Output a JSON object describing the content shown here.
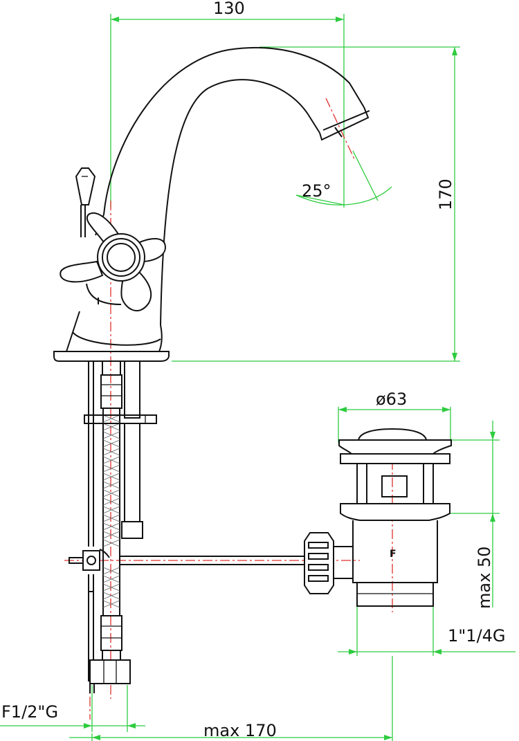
{
  "dimensions": {
    "spout_width": "130",
    "spout_height": "170",
    "spout_angle": "25°",
    "waste_diameter": "ø63",
    "waste_max_height": "max 50",
    "waste_thread": "1\"1/4G",
    "inlet_thread": "F1/2\"G",
    "max_length": "max 170"
  },
  "labels": {
    "waste_mark": "F"
  },
  "colors": {
    "dimension_lines": "#2ecc40",
    "center_lines": "#e0302a",
    "outline": "#111111"
  }
}
